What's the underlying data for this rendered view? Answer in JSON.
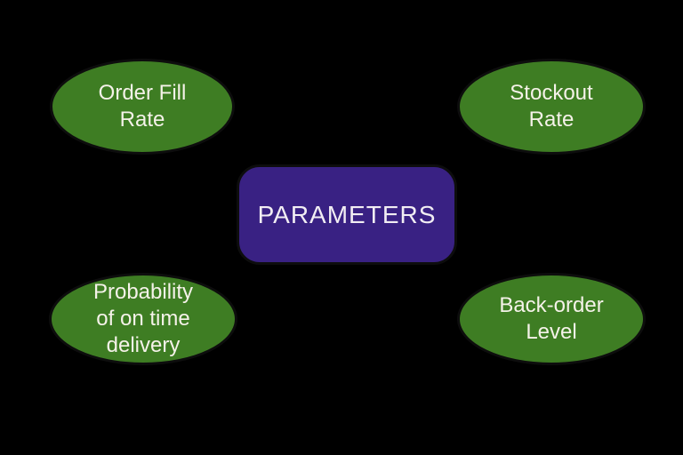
{
  "diagram": {
    "background_color": "#000000",
    "center": {
      "id": "parameters",
      "text": "PARAMETERS",
      "shape": "rounded-rectangle",
      "fill": "#392183",
      "border_color": "#0d0d0d",
      "text_color": "#f1edf3"
    },
    "nodes": {
      "top_left": {
        "id": "order-fill-rate",
        "text": "Order Fill\nRate",
        "label": "Order Fill Rate",
        "shape": "ellipse",
        "fill": "#3e7d23",
        "border_color": "#0d0d0d",
        "text_color": "#f5f2e9"
      },
      "top_right": {
        "id": "stockout-rate",
        "text": "Stockout\nRate",
        "label": "Stockout Rate",
        "shape": "ellipse",
        "fill": "#3e7d23",
        "border_color": "#0d0d0d",
        "text_color": "#f5f2e9"
      },
      "bottom_left": {
        "id": "probability-of-on-time-delivery",
        "text": "Probability\nof on time\ndelivery",
        "label": "Probability of on time delivery",
        "shape": "ellipse",
        "fill": "#3e7d23",
        "border_color": "#0d0d0d",
        "text_color": "#f5f2e9"
      },
      "bottom_right": {
        "id": "back-order-level",
        "text": "Back-order\nLevel",
        "label": "Back-order Level",
        "shape": "ellipse",
        "fill": "#3e7d23",
        "border_color": "#0d0d0d",
        "text_color": "#f5f2e9"
      }
    }
  }
}
